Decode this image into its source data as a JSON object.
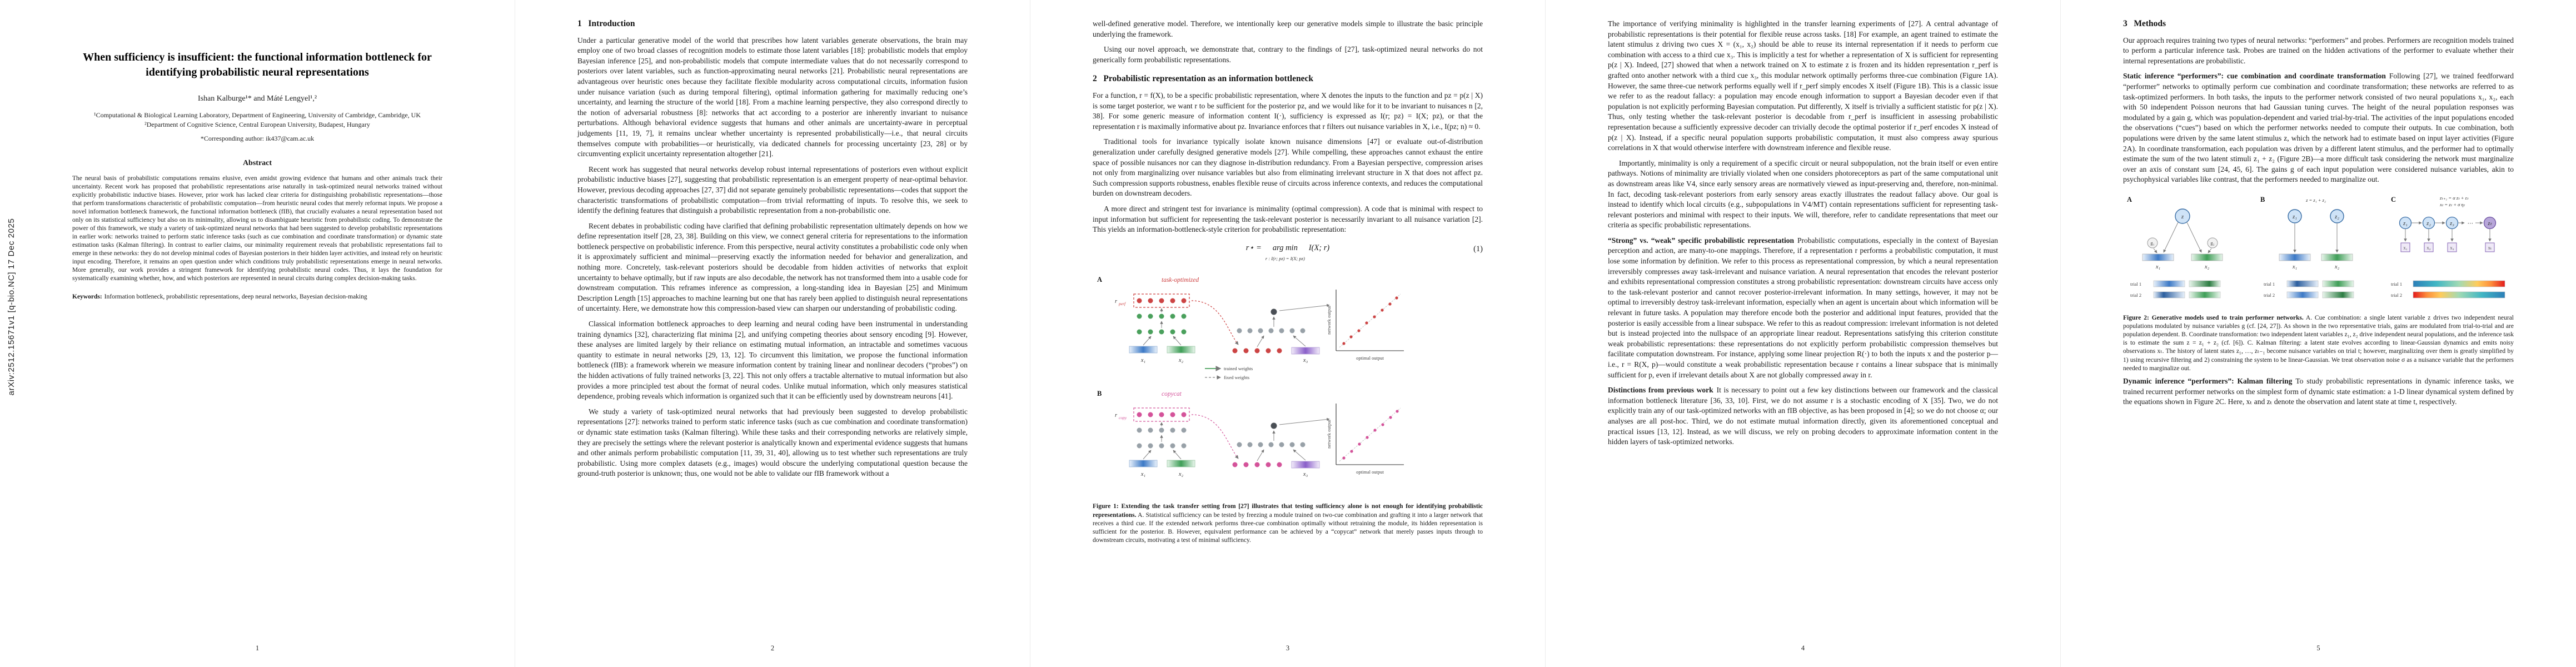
{
  "meta": {
    "arxiv_stamp": "arXiv:2512.15671v1  [q-bio.NC]  17 Dec 2025"
  },
  "page1": {
    "title": "When sufficiency is insufficient: the functional information bottleneck for identifying probabilistic neural representations",
    "authors": "Ishan Kalburge¹* and Máté Lengyel¹,²",
    "affil1": "¹Computational & Biological Learning Laboratory, Department of Engineering, University of Cambridge, Cambridge, UK",
    "affil2": "²Department of Cognitive Science, Central European University, Budapest, Hungary",
    "corresponding": "*Corresponding author: ik437@cam.ac.uk",
    "abstract_heading": "Abstract",
    "abstract": "The neural basis of probabilistic computations remains elusive, even amidst growing evidence that humans and other animals track their uncertainty. Recent work has proposed that probabilistic representations arise naturally in task-optimized neural networks trained without explicitly probabilistic inductive biases. However, prior work has lacked clear criteria for distinguishing probabilistic representations—those that perform transformations characteristic of probabilistic computation—from heuristic neural codes that merely reformat inputs. We propose a novel information bottleneck framework, the functional information bottleneck (fIB), that crucially evaluates a neural representation based not only on its statistical sufficiency but also on its minimality, allowing us to disambiguate heuristic from probabilistic coding. To demonstrate the power of this framework, we study a variety of task-optimized neural networks that had been suggested to develop probabilistic representations in earlier work: networks trained to perform static inference tasks (such as cue combination and coordinate transformation) or dynamic state estimation tasks (Kalman filtering). In contrast to earlier claims, our minimality requirement reveals that probabilistic representations fail to emerge in these networks: they do not develop minimal codes of Bayesian posteriors in their hidden layer activities, and instead rely on heuristic input encoding. Therefore, it remains an open question under which conditions truly probabilistic representations emerge in neural networks. More generally, our work provides a stringent framework for identifying probabilistic neural codes. Thus, it lays the foundation for systematically examining whether, how, and which posteriors are represented in neural circuits during complex decision-making tasks.",
    "keywords_label": "Keywords:",
    "keywords": "Information bottleneck, probabilistic representations, deep neural networks, Bayesian decision-making",
    "page_number": "1"
  },
  "page2": {
    "heading": "1   Introduction",
    "p1": "Under a particular generative model of the world that prescribes how latent variables generate observations, the brain may employ one of two broad classes of recognition models to estimate those latent variables [18]: probabilistic models that employ Bayesian inference [25], and non-probabilistic models that compute intermediate values that do not necessarily correspond to posteriors over latent variables, such as function-approximating neural networks [21]. Probabilistic neural representations are advantageous over heuristic ones because they facilitate flexible modularity across computational circuits, information fusion under nuisance variation (such as during temporal filtering), optimal information gathering for maximally reducing one’s uncertainty, and learning the structure of the world [18]. From a machine learning perspective, they also correspond directly to the notion of adversarial robustness [8]: networks that act according to a posterior are inherently invariant to nuisance perturbations. Although behavioral evidence suggests that humans and other animals are uncertainty-aware in perceptual judgements [11, 19, 7], it remains unclear whether uncertainty is represented probabilistically—i.e., that neural circuits themselves compute with probabilities—or heuristically, via dedicated channels for processing uncertainty [23, 28] or by circumventing explicit uncertainty representation altogether [21].",
    "p2": "Recent work has suggested that neural networks develop robust internal representations of posteriors even without explicit probabilistic inductive biases [27], suggesting that probabilistic representation is an emergent property of near-optimal behavior. However, previous decoding approaches [27, 37] did not separate genuinely probabilistic representations—codes that support the characteristic transformations of probabilistic computation—from trivial reformatting of inputs. To resolve this, we seek to identify the defining features that distinguish a probabilistic representation from a non-probabilistic one.",
    "p3": "Recent debates in probabilistic coding have clarified that defining probabilistic representation ultimately depends on how we define representation itself [28, 23, 38]. Building on this view, we connect general criteria for representations to the information bottleneck perspective on probabilistic inference. From this perspective, neural activity constitutes a probabilistic code only when it is approximately sufficient and minimal—preserving exactly the information needed for behavior and generalization, and nothing more. Concretely, task-relevant posteriors should be decodable from hidden activities of networks that exploit uncertainty to behave optimally, but if raw inputs are also decodable, the network has not transformed them into a usable code for downstream computation. This reframes inference as compression, a long-standing idea in Bayesian [25] and Minimum Description Length [15] approaches to machine learning but one that has rarely been applied to distinguish neural representations of uncertainty. Here, we demonstrate how this compression-based view can sharpen our understanding of probabilistic coding.",
    "p4": "Classical information bottleneck approaches to deep learning and neural coding have been instrumental in understanding training dynamics [32], characterizing flat minima [2], and unifying competing theories about sensory encoding [9]. However, these analyses are limited largely by their reliance on estimating mutual information, an intractable and sometimes vacuous quantity to estimate in neural networks [29, 13, 12]. To circumvent this limitation, we propose the functional information bottleneck (fIB): a framework wherein we measure information content by training linear and nonlinear decoders (“probes”) on the hidden activations of fully trained networks [3, 22]. This not only offers a tractable alternative to mutual information but also provides a more principled test about the format of neural codes. Unlike mutual information, which only measures statistical dependence, probing reveals which information is organized such that it can be efficiently used by downstream neurons [41].",
    "p5": "We study a variety of task-optimized neural networks that had previously been suggested to develop probabilistic representations [27]: networks trained to perform static inference tasks (such as cue combination and coordinate transformation) or dynamic state estimation tasks (Kalman filtering). While these tasks and their corresponding networks are relatively simple, they are precisely the settings where the relevant posterior is analytically known and experimental evidence suggests that humans and other animals perform probabilistic computation [11, 39, 31, 40], allowing us to test whether such representations are truly probabilistic. Using more complex datasets (e.g., images) would obscure the underlying computational question because the ground-truth posterior is unknown; thus, one would not be able to validate our fIB framework without a",
    "page_number": "2"
  },
  "page3": {
    "p_cont": "well-defined generative model. Therefore, we intentionally keep our generative models simple to illustrate the basic principle underlying the framework.",
    "p_findings": "Using our novel approach, we demonstrate that, contrary to the findings of [27], task-optimized neural networks do not generically form probabilistic representations.",
    "heading": "2   Probabilistic representation as an information bottleneck",
    "p1": "For a function, r = f(X), to be a specific probabilistic representation, where X denotes the inputs to the function and pz = p(z | X) is some target posterior, we want r to be sufficient for the posterior pz, and we would like for it to be invariant to nuisances n [2, 38]. For some generic measure of information content I(·), sufficiency is expressed as I(r; pz) = I(X; pz), or that the representation r is maximally informative about pz. Invariance enforces that r filters out nuisance variables in X, i.e., I(pz; n) ≈ 0.",
    "p2": "Traditional tools for invariance typically isolate known nuisance dimensions [47] or evaluate out-of-distribution generalization under carefully designed generative models [27]. While compelling, these approaches cannot exhaust the entire space of possible nuisances nor can they diagnose in-distribution redundancy. From a Bayesian perspective, compression arises not only from marginalizing over nuisance variables but also from eliminating irrelevant structure in X that does not affect pz. Such compression supports robustness, enables flexible reuse of circuits across inference contexts, and reduces the computational burden on downstream decoders.",
    "p3": "A more direct and stringent test for invariance is minimality (optimal compression). A code that is minimal with respect to input information but sufficient for representing the task-relevant posterior is necessarily invariant to all nuisance variation [2]. This yields an information-bottleneck-style criterion for probabilistic representation:",
    "eq_lhs": "r⋆ =",
    "eq_argmin": "arg min",
    "eq_constraint": "r : I(r; pz) = I(X; pz)",
    "eq_rhs": "I(X; r)",
    "eq_number": "(1)",
    "figure1": {
      "panel_a": "A",
      "panel_b": "B",
      "task_optimized": "task-optimized",
      "copycat": "copycat",
      "r_base": "r",
      "rp_sub": "perf",
      "rc_sub": "copy",
      "x1": "x₁",
      "x2": "x₂",
      "x3": "x₃",
      "trained_weights": "trained weights",
      "fixed_weights": "fixed weights",
      "plot_xlabel": "optimal output",
      "plot_ylabel": "network output",
      "caption_bold": "Figure 1: Extending the task transfer setting from [27] illustrates that testing sufficiency alone is not enough for identifying probabilistic representations.",
      "caption_rest": "A. Statistical sufficiency can be tested by freezing a module trained on two-cue combination and grafting it into a larger network that receives a third cue. If the extended network performs three-cue combination optimally without retraining the module, its hidden representation is sufficient for the posterior. B. However, equivalent performance can be achieved by a “copycat” network that merely passes inputs through to downstream circuits, motivating a test of minimal sufficiency."
    },
    "page_number": "3"
  },
  "page4": {
    "p1": "The importance of verifying minimality is highlighted in the transfer learning experiments of [27]. A central advantage of probabilistic representations is their potential for flexible reuse across tasks. [18] For example, an agent trained to estimate the latent stimulus z driving two cues X = (x₁, x₂) should be able to reuse its internal representation if it needs to perform cue combination with access to a third cue x₃. This is implicitly a test for whether a representation of X is sufficient for representing p(z | X). Indeed, [27] showed that when a network trained on X to estimate z is frozen and its hidden representation r_perf is grafted onto another network with a third cue x₃, this modular network optimally performs three-cue combination (Figure 1A). However, the same three-cue network performs equally well if r_perf simply encodes X itself (Figure 1B). This is a classic issue we refer to as the readout fallacy: a population may encode enough information to support a Bayesian decoder even if that population is not explicitly performing Bayesian computation. Put differently, X itself is trivially a sufficient statistic for p(z | X). Thus, only testing whether the task-relevant posterior is decodable from r_perf is insufficient in assessing probabilistic representation because a sufficiently expressive decoder can trivially decode the optimal posterior if r_perf encodes X instead of p(z | X). Instead, if a specific neural population supports probabilistic computation, it must also compress away spurious correlations in X that would otherwise interfere with downstream inference and flexible reuse.",
    "p2": "Importantly, minimality is only a requirement of a specific circuit or neural subpopulation, not the brain itself or even entire pathways. Notions of minimality are trivially violated when one considers photoreceptors as part of the same computational unit as downstream areas like V4, since early sensory areas are normatively viewed as input-preserving and, therefore, non-minimal. In fact, decoding task-relevant posteriors from early sensory areas exactly illustrates the readout fallacy above. Our goal is instead to identify which local circuits (e.g., subpopulations in V4/MT) contain representations sufficient for representing task-relevant posteriors and minimal with respect to their inputs. We will, therefore, refer to candidate representations that meet our criteria as specific probabilistic representations.",
    "strong_lead": "“Strong” vs. “weak” specific probabilistic representation",
    "strong_text": "Probabilistic computations, especially in the context of Bayesian perception and action, are many-to-one mappings. Therefore, if a representation r performs a probabilistic computation, it must lose some information by definition. We refer to this process as representational compression, by which a neural representation irreversibly compresses away task-irrelevant and nuisance variation. A neural representation that encodes the relevant posterior and exhibits representational compression constitutes a strong probabilistic representation: downstream circuits have access only to the task-relevant posterior and cannot recover posterior-irrelevant information. In many settings, however, it may not be optimal to irreversibly destroy task-irrelevant information, especially when an agent is uncertain about which information will be relevant in future tasks. A population may therefore encode both the posterior and additional input features, provided that the posterior is easily accessible from a linear subspace. We refer to this as readout compression: irrelevant information is not deleted but is instead projected into the nullspace of an appropriate linear readout. Representations satisfying this criterion constitute weak probabilistic representations: these representations do not explicitly perform probabilistic compression themselves but facilitate computation downstream. For instance, applying some linear projection R(·) to both the inputs x and the posterior p—i.e., r = R(X, p)—would constitute a weak probabilistic representation because r contains a linear subspace that is minimally sufficient for p, even if irrelevant details about X are not globally compressed away in r.",
    "dist_lead": "Distinctions from previous work",
    "dist_text": "It is necessary to point out a few key distinctions between our framework and the classical information bottleneck literature [36, 33, 10]. First, we do not assume r is a stochastic encoding of X [35]. Two, we do not explicitly train any of our task-optimized networks with an fIB objective, as has been proposed in [4]; so we do not choose α; our analyses are all post-hoc. Third, we do not estimate mutual information directly, given its aforementioned conceptual and practical issues [13, 12]. Instead, as we will discuss, we rely on probing decoders to approximate information content in the hidden layers of task-optimized networks.",
    "page_number": "4"
  },
  "page5": {
    "heading": "3   Methods",
    "p1": "Our approach requires training two types of neural networks: “performers” and probes. Performers are recognition models trained to perform a particular inference task. Probes are trained on the hidden activations of the performer to evaluate whether their internal representations are probabilistic.",
    "static_lead": "Static inference “performers”: cue combination and coordinate transformation",
    "static_text": "Following [27], we trained feedforward “performer” networks to optimally perform cue combination and coordinate transformation; these networks are referred to as task-optimized performers. In both tasks, the inputs to the performer network consisted of two neural populations x₁, x₂, each with 50 independent Poisson neurons that had Gaussian tuning curves. The height of the neural population responses was modulated by a gain g, which was population-dependent and varied trial-by-trial. The activities of the input populations encoded the observations (“cues”) based on which the performer networks needed to compute their outputs. In cue combination, both populations were driven by the same latent stimulus z, which the network had to estimate based on input layer activities (Figure 2A). In coordinate transformation, each population was driven by a different latent stimulus, and the performer had to optimally estimate the sum of the two latent stimuli z₁ + z₂ (Figure 2B)—a more difficult task considering the network must marginalize over an axis of constant sum [24, 45, 6]. The gains g of each input population were considered nuisance variables, akin to psychophysical variables like contrast, that the performers needed to marginalize out.",
    "figure2": {
      "panel_a": "A",
      "panel_b": "B",
      "panel_c": "C",
      "a_z": "z",
      "a_g1": "g₁",
      "a_g2": "g₂",
      "a_x1": "x₁",
      "a_x2": "x₂",
      "b_z1": "z₁",
      "b_z2": "z₂",
      "b_task": "z = z₁ + z₂",
      "b_x1": "x₁",
      "b_x2": "x₂",
      "c_eq1": "zₜ₊₁ = α zₜ + εₜ",
      "c_eq2": "xₜ = zₜ + σ ηₜ",
      "c_z1": "z₁",
      "c_z2": "z₂",
      "c_z3": "z₃",
      "c_dots": "⋯",
      "c_zt": "zₜ",
      "c_x1": "x₁",
      "c_x2": "x₂",
      "c_x3": "x₃",
      "c_xt": "xₜ",
      "trial1": "trial 1",
      "trial2": "trial 2",
      "caption_bold": "Figure 2: Generative models used to train performer networks.",
      "caption_rest": "A. Cue combination: a single latent variable z drives two independent neural populations modulated by nuisance variables g (cf. [24, 27]). As shown in the two representative trials, gains are modulated from trial-to-trial and are population dependent. B. Coordinate transformation: two independent latent variables z₁, z₂ drive independent neural populations, and the inference task is to estimate the sum z = z₁ + z₂ (cf. [6]). C. Kalman filtering: a latent state evolves according to linear-Gaussian dynamics and emits noisy observations xₜ. The history of latent states z₁, …, zₜ₋₁ become nuisance variables on trial t; however, marginalizing over them is greatly simplified by 1) using recursive filtering and 2) constraining the system to be linear-Gaussian. We treat observation noise σ as a nuisance variable that the performers needed to marginalize out."
    },
    "dynamic_lead": "Dynamic inference “performers”: Kalman filtering",
    "dynamic_text": "To study probabilistic representations in dynamic inference tasks, we trained recurrent performer networks on the simplest form of dynamic state estimation: a 1-D linear dynamical system defined by the equations shown in Figure 2C. Here, xₜ and zₜ denote the observation and latent state at time t, respectively.",
    "page_number": "5"
  }
}
